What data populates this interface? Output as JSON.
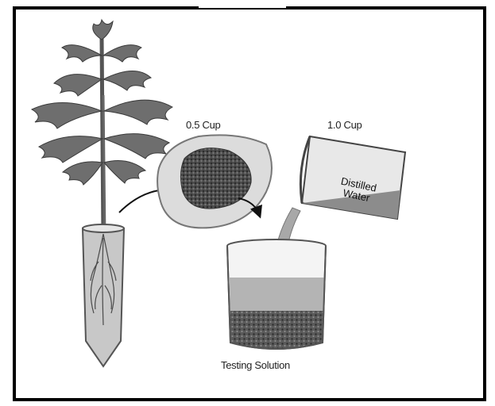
{
  "labels": {
    "cup_small": "0.5 Cup",
    "cup_large": "1.0 Cup",
    "water_line1": "Distilled",
    "water_line2": "Water",
    "solution": "Testing Solution"
  }
}
